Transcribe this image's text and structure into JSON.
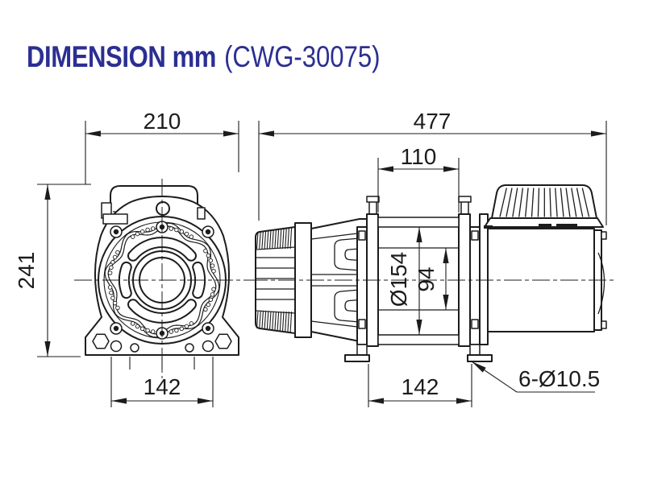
{
  "title": {
    "main": "DIMENSION mm",
    "model": "(CWG-30075)"
  },
  "colors": {
    "title_text": "#2b2f92",
    "line_art": "#1c1c1c",
    "background": "#ffffff"
  },
  "drawing": {
    "front_view": {
      "width": "210",
      "height": "241",
      "mount_hole_spacing": "142"
    },
    "side_view": {
      "overall_length": "477",
      "drum_length": "110",
      "flange_diameter": "Ø154",
      "drum_diameter": "94",
      "mount_hole_spacing": "142",
      "mount_holes_callout": "6-Ø10.5"
    }
  }
}
